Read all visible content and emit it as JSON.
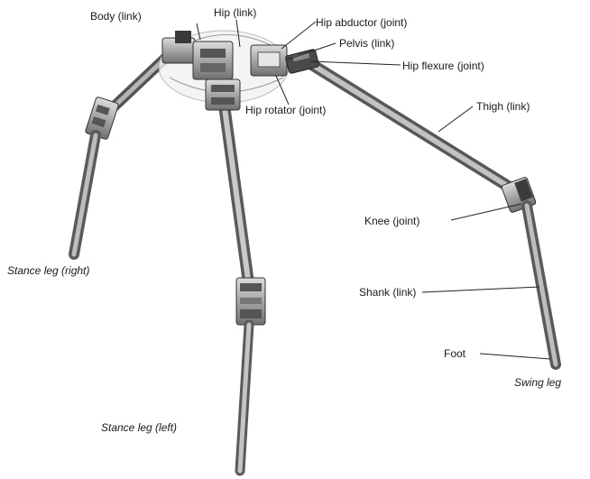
{
  "labels": {
    "body": "Body (link)",
    "hip": "Hip (link)",
    "hip_abductor": "Hip abductor (joint)",
    "pelvis": "Pelvis (link)",
    "hip_flexure": "Hip flexure (joint)",
    "hip_rotator": "Hip rotator (joint)",
    "thigh": "Thigh (link)",
    "knee": "Knee (joint)",
    "shank": "Shank (link)",
    "foot": "Foot",
    "swing_leg": "Swing leg",
    "stance_leg_right": "Stance leg (right)",
    "stance_leg_left": "Stance leg (left)"
  },
  "colors": {
    "tube_dark": "#6d6d6d",
    "tube_light": "#bdbdbd",
    "joint_dark": "#4a4a4a",
    "joint_light": "#cfcfcf",
    "label_text": "#1a1a1a"
  }
}
